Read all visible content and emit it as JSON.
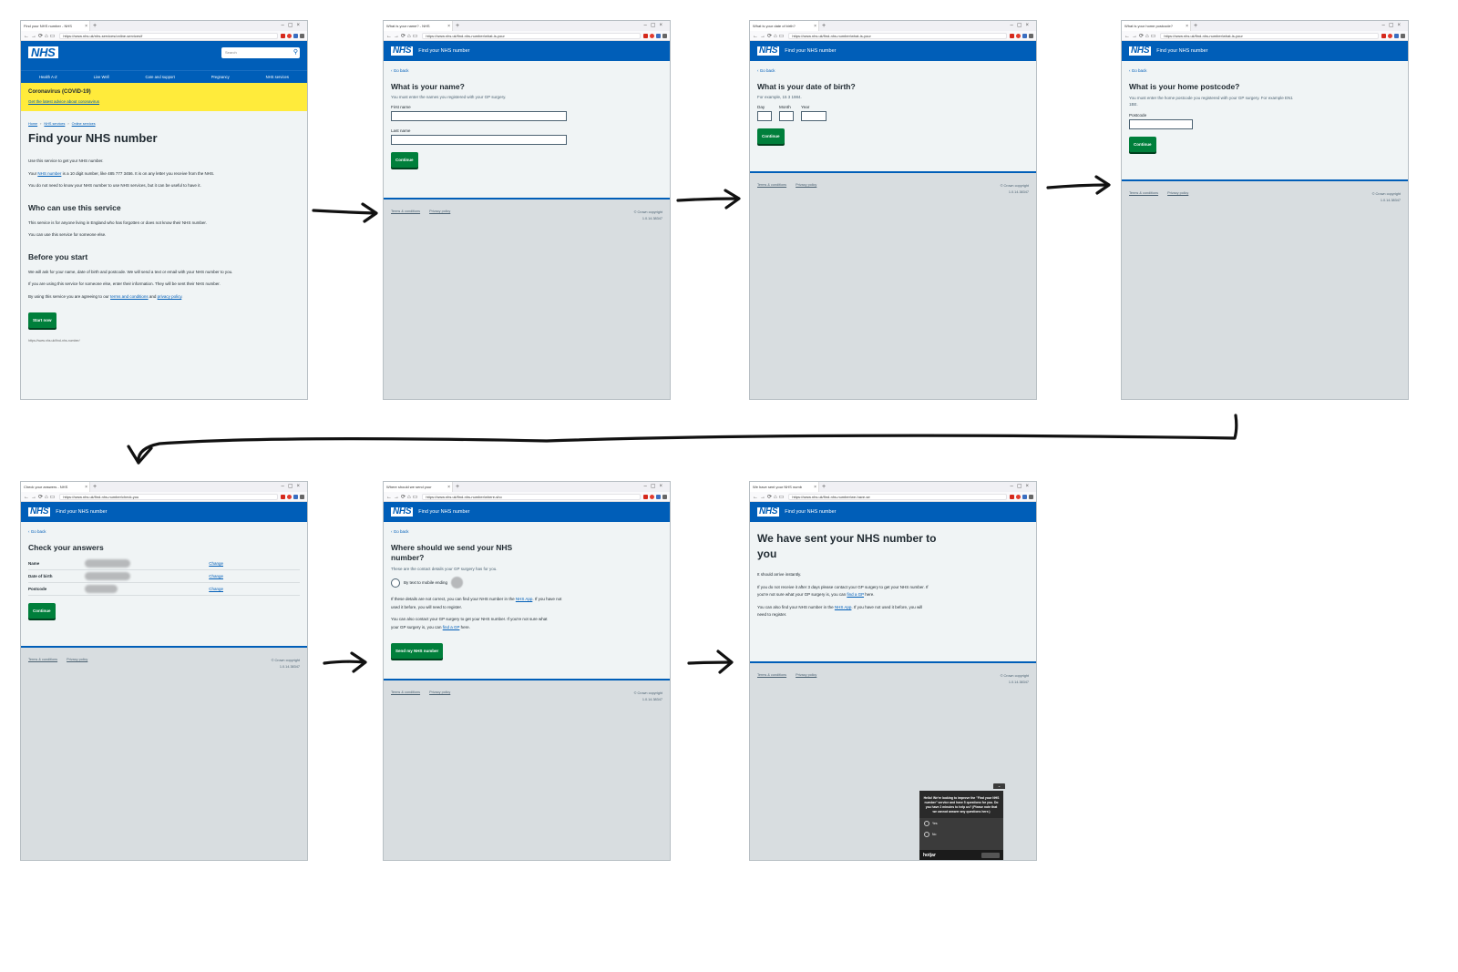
{
  "browser": {
    "urls": {
      "s1": "https://www.nhs.uk/nhs-services/online-services/f",
      "s2": "https://www.nhs.uk/find-nhs-number/what-is-your",
      "s3": "https://www.nhs.uk/find-nhs-number/what-is-your",
      "s4": "https://www.nhs.uk/find-nhs-number/what-is-your",
      "s5": "https://www.nhs.uk/find-nhs-number/check-you",
      "s6": "https://www.nhs.uk/find-nhs-number/where-sho",
      "s7": "https://www.nhs.uk/find-nhs-number/we-have-se"
    },
    "tabs": {
      "s1": "Find your NHS number - NHS",
      "s2": "What is your name? - NHS",
      "s3": "What is your date of birth?",
      "s4": "What is your home postcode?",
      "s5": "Check your answers - NHS",
      "s6": "Where should we send your",
      "s7": "We have sent your NHS numb"
    }
  },
  "header": {
    "logo": "NHS",
    "service_name": "Find your NHS number",
    "search_placeholder": "Search"
  },
  "screen1": {
    "nav": [
      "Health A-Z",
      "Live Well",
      "Care and support",
      "Pregnancy",
      "NHS services"
    ],
    "covid_title": "Coronavirus (COVID-19)",
    "covid_link": "Get the latest advice about coronavirus",
    "breadcrumbs": [
      "Home",
      "NHS services",
      "Online services"
    ],
    "title": "Find your NHS number",
    "intro": "Use this service to get your NHS number.",
    "p1_a": "Your ",
    "p1_link": "NHS number",
    "p1_b": " is a 10 digit number, like 485 777 3456. It is on any letter you receive from the NHS.",
    "p2": "You do not need to know your NHS number to use NHS services, but it can be useful to have it.",
    "h_who": "Who can use this service",
    "who1": "This service is for anyone living in England who has forgotten or does not know their NHS number.",
    "who2": "You can use this service for someone else.",
    "h_before": "Before you start",
    "before1": "We will ask for your name, date of birth and postcode. We will send a text or email with your NHS number to you.",
    "before2": "If you are using this service for someone else, enter their information. They will be sent their NHS number.",
    "terms_a": "By using this service you are agreeing to our ",
    "terms_link": "terms and conditions",
    "terms_b": " and ",
    "privacy_link": "privacy policy",
    "terms_c": ".",
    "button": "Start now",
    "status": "https://www.nhs.uk/find-nhs-number/"
  },
  "screen2": {
    "back": "Go back",
    "title": "What is your name?",
    "hint": "You must enter the names you registered with your GP surgery.",
    "first_name": "First name",
    "last_name": "Last name",
    "button": "Continue"
  },
  "screen3": {
    "back": "Go back",
    "title": "What is your date of birth?",
    "hint": "For example, 15 3 1984.",
    "day": "Day",
    "month": "Month",
    "year": "Year",
    "button": "Continue"
  },
  "screen4": {
    "back": "Go back",
    "title": "What is your home postcode?",
    "hint": "You must enter the home postcode you registered with your GP surgery. For example EN1 1BE.",
    "postcode": "Postcode",
    "button": "Continue"
  },
  "screen5": {
    "back": "Go back",
    "title": "Check your answers",
    "rows": [
      {
        "key": "Name",
        "change": "Change"
      },
      {
        "key": "Date of birth",
        "change": "Change"
      },
      {
        "key": "Postcode",
        "change": "Change"
      }
    ],
    "button": "Continue"
  },
  "screen6": {
    "back": "Go back",
    "title": "Where should we send your NHS number?",
    "hint": "These are the contact details your GP surgery has for you.",
    "radio": "By text to mobile ending",
    "p1_a": "If these details are not correct, you can find your NHS number in the ",
    "p1_link": "NHS App",
    "p1_b": ". If you have not used it before, you will need to register.",
    "p2_a": "You can also contact your GP surgery to get your NHS number. If you're not sure what your GP surgery is, you can ",
    "p2_link": "find a GP",
    "p2_b": " here.",
    "button": "Send my NHS number"
  },
  "screen7": {
    "title": "We have sent your NHS number to you",
    "p1": "It should arrive instantly.",
    "p2_a": "If you do not receive it after 3 days please contact your GP surgery to get your NHS number. If you're not sure what your GP surgery is, you can ",
    "p2_link": "find a GP",
    "p2_b": " here.",
    "p3_a": "You can also find your NHS number in the ",
    "p3_link": "NHS App",
    "p3_b": ". If you have not used it before, you will need to register.",
    "hotjar": {
      "message": "Hello! We're looking to improve the \"Find your NHS number\" service and have 5 questions for you. Do you have 2 minutes to help us? (Please note that we cannot answer any questions here.)",
      "yes": "Yes",
      "no": "No",
      "brand": "hotjar"
    }
  },
  "footer": {
    "terms": "Terms & conditions",
    "privacy": "Privacy policy",
    "copyright": "© Crown copyright",
    "version": "1.0.14.38347"
  },
  "colors": {
    "nhs_blue": "#005eb8",
    "button_green": "#007f3b",
    "covid_yellow": "#ffeb3b",
    "page_bg": "#f0f4f5"
  }
}
